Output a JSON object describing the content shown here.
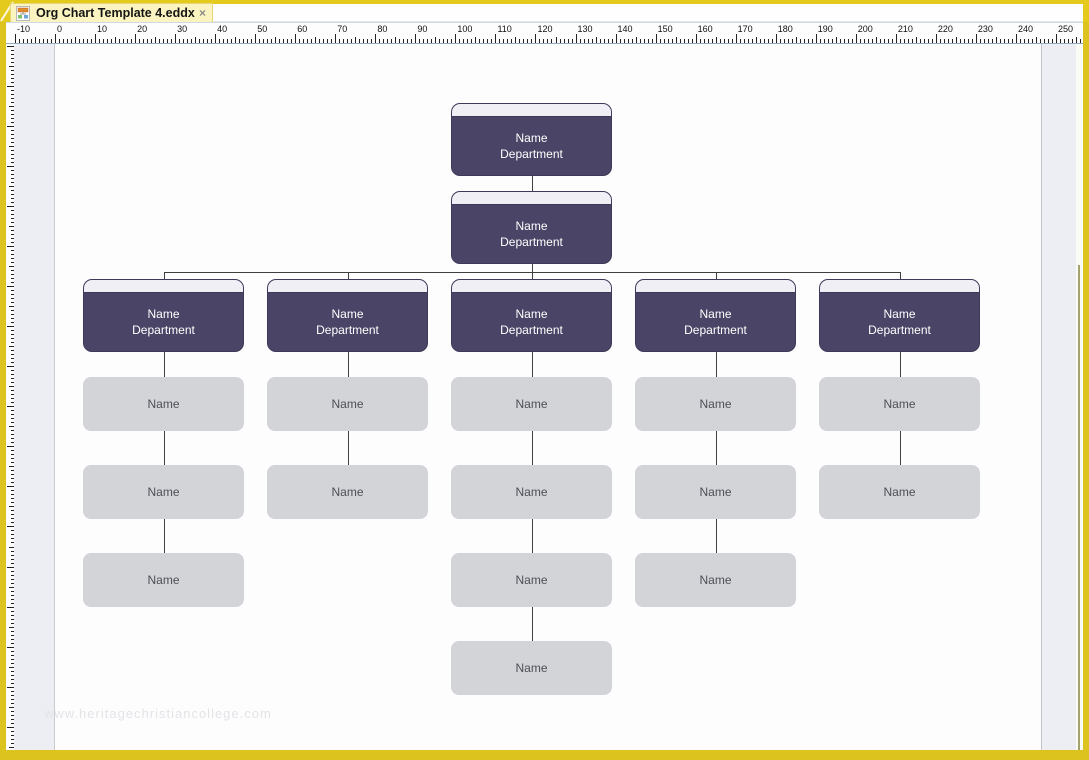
{
  "window": {
    "tab_title": "Org Chart Template 4.eddx",
    "close_glyph": "×"
  },
  "ruler": {
    "h_labels": [
      -10,
      0,
      10,
      20,
      30,
      40,
      50,
      60,
      70,
      80,
      90,
      100,
      110,
      120,
      130,
      140,
      150,
      160,
      170,
      180,
      190,
      200,
      210,
      220,
      230,
      240,
      250
    ]
  },
  "org": {
    "root": {
      "line1": "Name",
      "line2": "Department"
    },
    "manager": {
      "line1": "Name",
      "line2": "Department"
    },
    "columns": [
      {
        "dept": {
          "line1": "Name",
          "line2": "Department"
        },
        "children": [
          "Name",
          "Name",
          "Name"
        ]
      },
      {
        "dept": {
          "line1": "Name",
          "line2": "Department"
        },
        "children": [
          "Name",
          "Name"
        ]
      },
      {
        "dept": {
          "line1": "Name",
          "line2": "Department"
        },
        "children": [
          "Name",
          "Name",
          "Name",
          "Name"
        ]
      },
      {
        "dept": {
          "line1": "Name",
          "line2": "Department"
        },
        "children": [
          "Name",
          "Name",
          "Name"
        ]
      },
      {
        "dept": {
          "line1": "Name",
          "line2": "Department"
        },
        "children": [
          "Name",
          "Name"
        ]
      }
    ]
  },
  "watermark": "www.heritagechristiancollege.com",
  "colors": {
    "frame_gold": "#dcc31d",
    "tab_fill": "#fbf4c1",
    "node_purple": "#4a4566",
    "node_header": "#f1eff6",
    "leaf_gray": "#d3d4d8",
    "connector": "#404040",
    "canvas_gray": "#edeef3"
  }
}
